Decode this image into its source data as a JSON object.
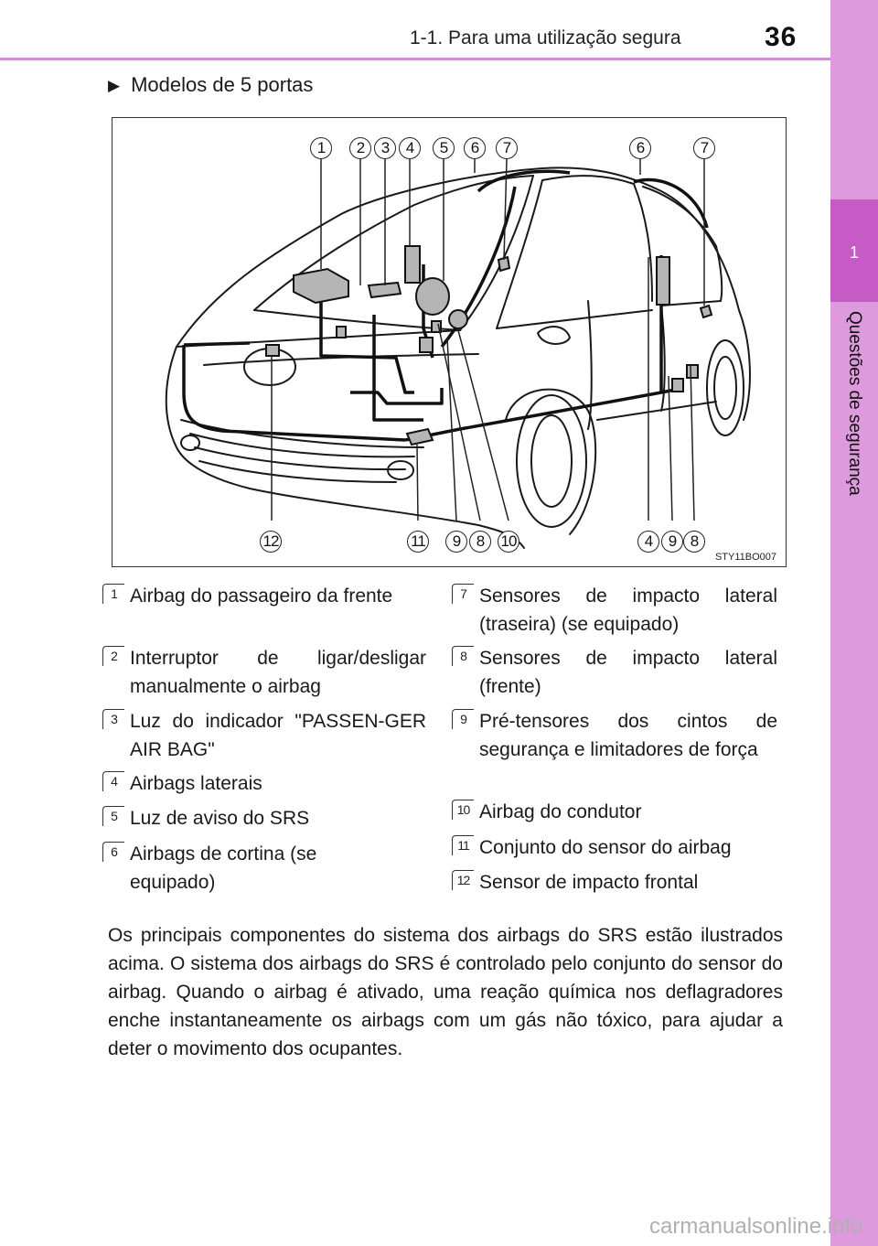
{
  "header": {
    "section_title": "1-1. Para uma utilização segura",
    "page_number": "36"
  },
  "side_tab": {
    "chapter_number": "1",
    "chapter_title": "Questões de segurança"
  },
  "subheading": "Modelos de 5 portas",
  "figure": {
    "code": "STY11BO007",
    "callouts_top": [
      "1",
      "2",
      "3",
      "4",
      "5",
      "6",
      "7",
      "6",
      "7"
    ],
    "callouts_bottom": [
      "12",
      "11",
      "9",
      "8",
      "10",
      "4",
      "9",
      "8"
    ]
  },
  "legend": [
    {
      "num": "1",
      "text": "Airbag do passageiro da frente"
    },
    {
      "num": "2",
      "text": "Interruptor de ligar/desligar manualmente o airbag"
    },
    {
      "num": "3",
      "text": "Luz do indicador \"PASSEN-GER AIR BAG\""
    },
    {
      "num": "4",
      "text": "Airbags laterais"
    },
    {
      "num": "5",
      "text": "Luz de aviso do SRS"
    },
    {
      "num": "6",
      "text": "Airbags de cortina (se equipado)"
    },
    {
      "num": "7",
      "text": "Sensores de impacto lateral (traseira) (se equipado)"
    },
    {
      "num": "8",
      "text": "Sensores de impacto lateral (frente)"
    },
    {
      "num": "9",
      "text": "Pré-tensores dos cintos de segurança e limitadores de força"
    },
    {
      "num": "10",
      "text": "Airbag do condutor"
    },
    {
      "num": "11",
      "text": "Conjunto do sensor do airbag"
    },
    {
      "num": "12",
      "text": "Sensor de impacto frontal"
    }
  ],
  "paragraph": "Os principais componentes do sistema dos airbags do SRS estão ilustrados acima. O sistema dos airbags do SRS é controlado pelo conjunto do sensor do airbag. Quando o airbag é ativado, uma reação química nos deflagradores enche instantaneamente os airbags com um gás não tóxico, para ajudar a deter o movimento dos ocupantes.",
  "watermark": "carmanualsonline.info"
}
